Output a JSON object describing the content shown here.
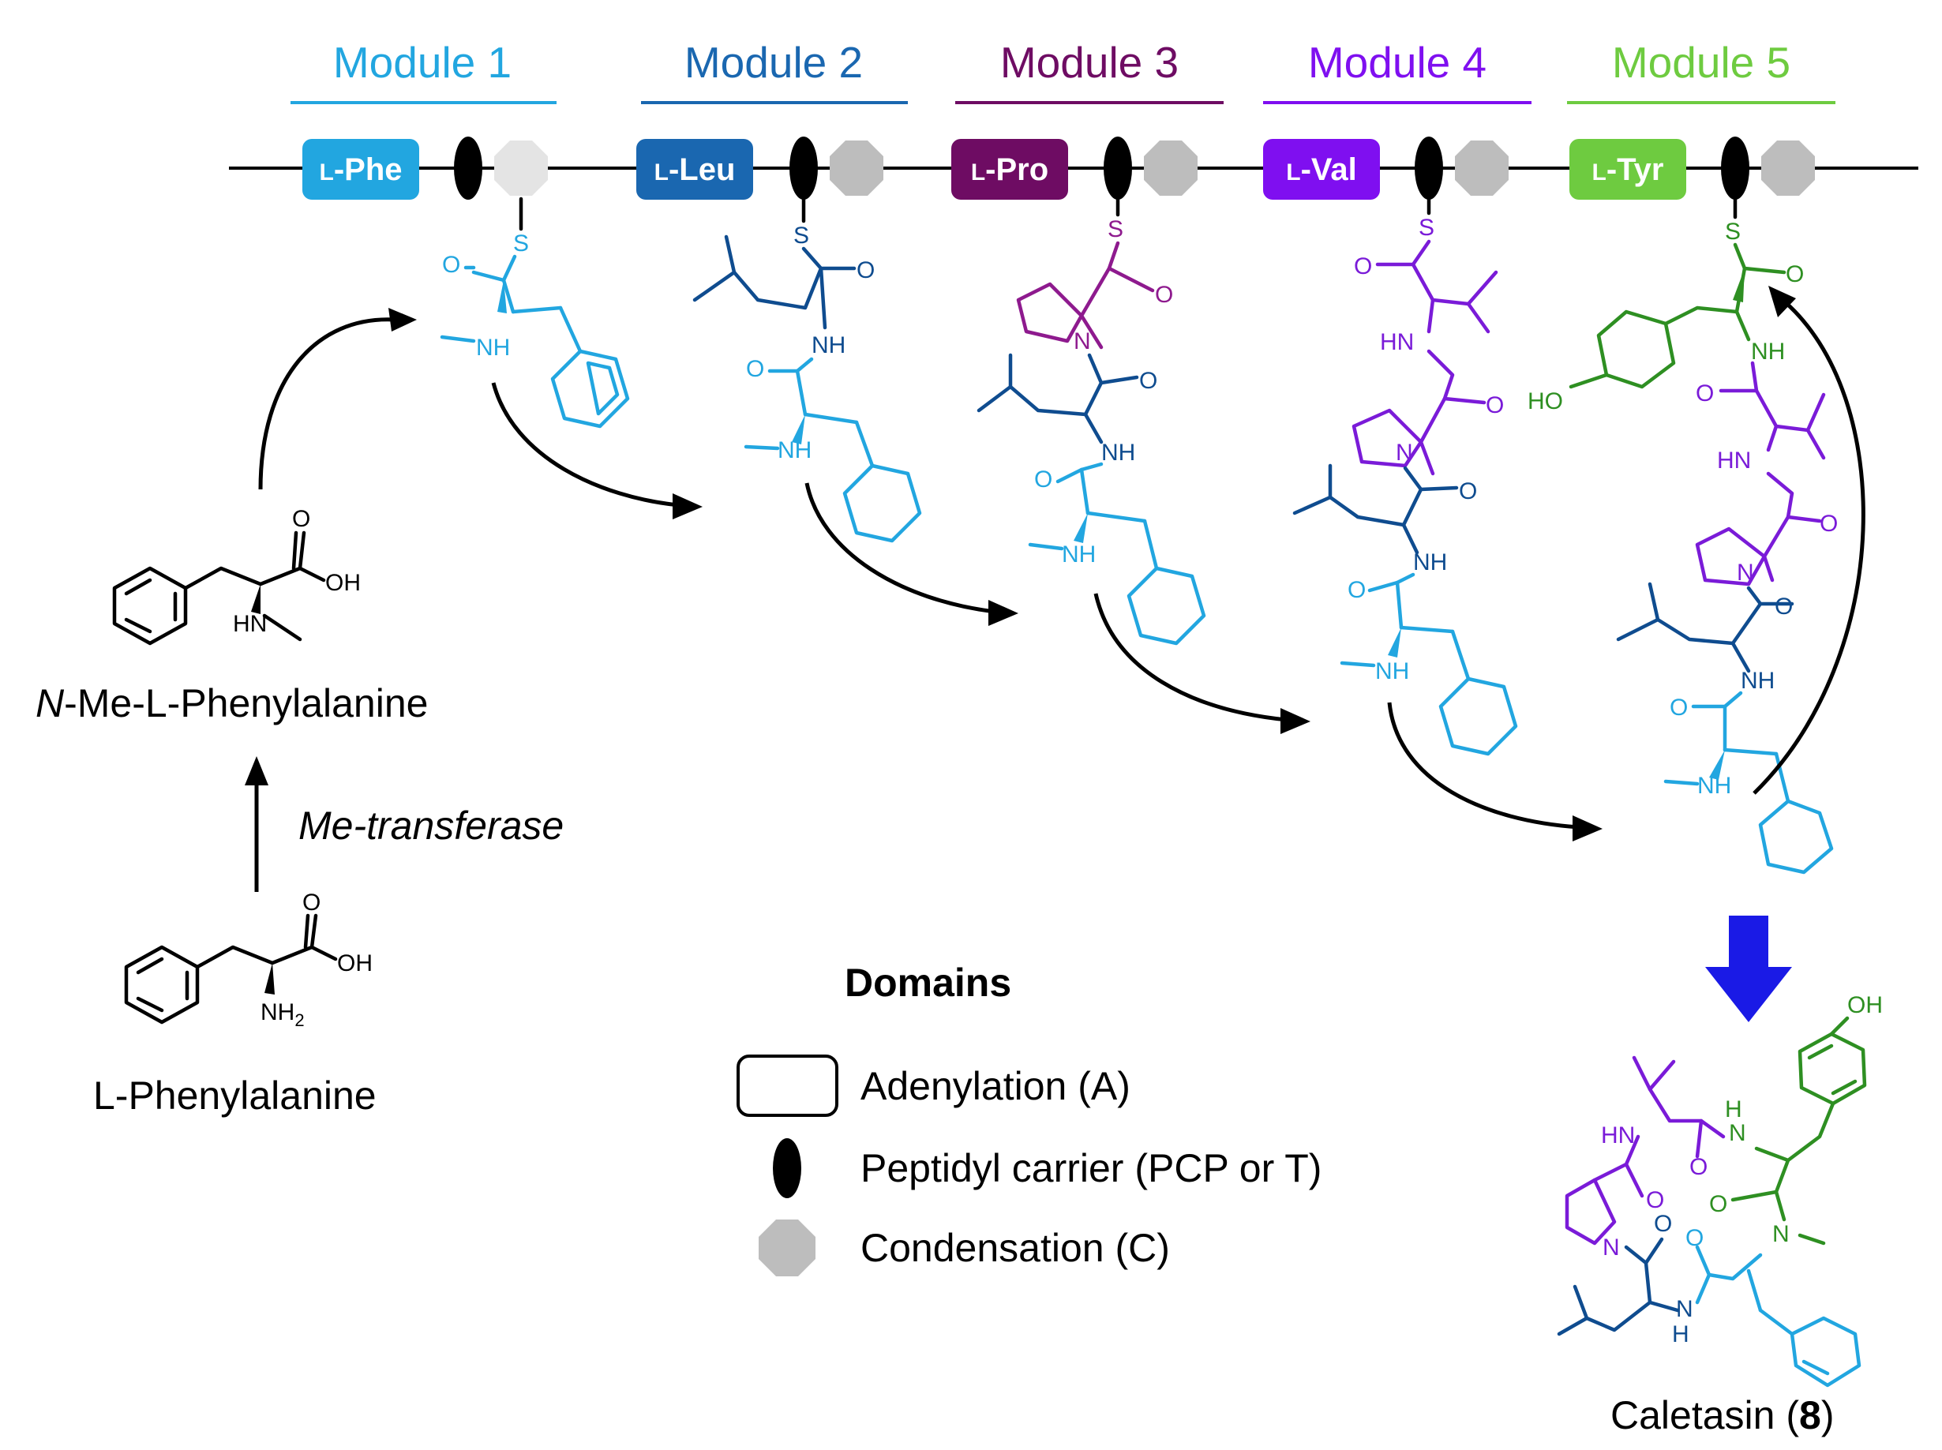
{
  "modules": [
    {
      "title": "Module 1",
      "substrate": "L-Phe",
      "sub_prefix": "L",
      "sub_rest": "-Phe",
      "color": "#22a6e0"
    },
    {
      "title": "Module 2",
      "substrate": "L-Leu",
      "sub_prefix": "L",
      "sub_rest": "-Leu",
      "color": "#1a67b0"
    },
    {
      "title": "Module 3",
      "substrate": "L-Pro",
      "sub_prefix": "L",
      "sub_rest": "-Pro",
      "color": "#6e0c63"
    },
    {
      "title": "Module 4",
      "substrate": "L-Val",
      "sub_prefix": "L",
      "sub_rest": "-Val",
      "color": "#7f0ff0"
    },
    {
      "title": "Module 5",
      "substrate": "L-Tyr",
      "sub_prefix": "L",
      "sub_rest": "-Tyr",
      "color": "#6ecb40"
    }
  ],
  "colors": {
    "phe": "#22a6e0",
    "leu": "#0f4c8f",
    "pro": "#8e1a8e",
    "val": "#7a1bd8",
    "tyr": "#2e8f22",
    "black": "#000000",
    "pcp": "#000000",
    "cond": "#bdbdbd",
    "cond_light": "#e4e4e4",
    "product_arrow": "#1a1ae6"
  },
  "atoms": {
    "s": "S",
    "o": "O",
    "nh": "NH",
    "hn": "HN",
    "n": "N",
    "h": "H",
    "oh": "OH",
    "ho": "HO",
    "nh2": "NH",
    "sub2": "2"
  },
  "precursors": {
    "n_me_phe": {
      "italic": "N",
      "rest": "-Me-L-Phenylalanine"
    },
    "l_phe": "L-Phenylalanine",
    "enzyme": "Me-transferase"
  },
  "legend": {
    "title": "Domains",
    "items": [
      {
        "label": "Adenylation (A)",
        "icon": "rounded-rect-outline"
      },
      {
        "label": "Peptidyl carrier (PCP or T)",
        "icon": "black-ellipse"
      },
      {
        "label": "Condensation (C)",
        "icon": "gray-octagon"
      }
    ]
  },
  "product": {
    "name": "Caletasin (",
    "number": "8",
    "close": ")"
  }
}
